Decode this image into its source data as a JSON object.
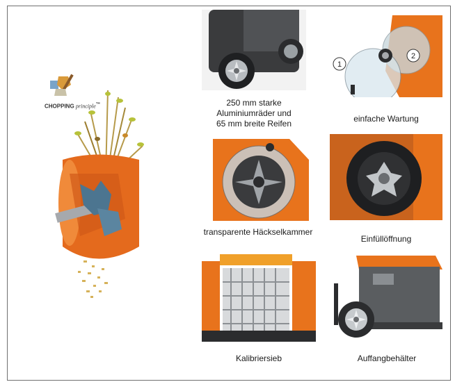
{
  "logo": {
    "word": "CHOPPING",
    "script_word": "principle",
    "mark": "™"
  },
  "captions": {
    "wheels_line1": "250 mm starke",
    "wheels_line2": "Aluminiumräder und",
    "wheels_line3": "65 mm breite Reifen",
    "maintenance": "einfache Wartung",
    "chamber": "transparente Häckselkammer",
    "inlet": "Einfüllöffnung",
    "sieve": "Kalibriersieb",
    "container": "Auffangbehälter"
  },
  "maintenance_steps": [
    "1",
    "2"
  ],
  "colors": {
    "orange": "#e8731c",
    "dark_orange": "#b9420c",
    "grey": "#6a6d70",
    "dark": "#2b2c2e"
  }
}
